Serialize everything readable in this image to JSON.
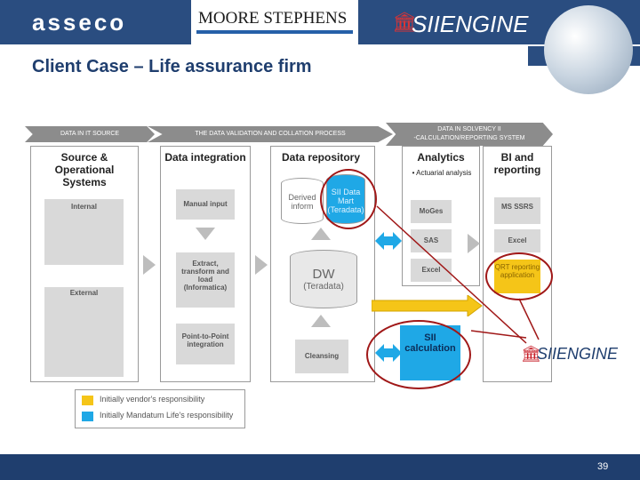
{
  "title": "Client Case – Life assurance firm",
  "logos": {
    "left": "asseco",
    "middle": "MOORE STEPHENS",
    "right": "SIIENGINE",
    "diagram": "SIIENGINE"
  },
  "banners": {
    "source": "DATA IN IT SOURCE",
    "validation": "THE DATA VALIDATION AND COLLATION PROCESS",
    "solvency_l1": "DATA IN SOLVENCY II",
    "solvency_l2": "-CALCULATION/REPORTING SYSTEM"
  },
  "columns": {
    "source": {
      "title": "Source & Operational Systems",
      "internal": "Internal",
      "external": "External"
    },
    "integration": {
      "title": "Data integration",
      "manual": "Manual input",
      "etl": "Extract, transform and load (Informatica)",
      "p2p": "Point-to-Point integration"
    },
    "repository": {
      "title": "Data repository",
      "derived": "Derived inform",
      "sii_mart": "SII Data Mart (Teradata)",
      "dw": "DW",
      "dw_sub": "(Teradata)",
      "cleansing": "Cleansing"
    },
    "analytics": {
      "title": "Analytics",
      "actuarial": "• Actuarial analysis",
      "mogea": "MoGes",
      "sas": "SAS",
      "excel": "Excel"
    },
    "bi": {
      "title": "BI and reporting",
      "ms": "MS SSRS",
      "excel": "Excel",
      "qrt": "QRT reporting application"
    },
    "sii_calc": "SII calculation"
  },
  "legend": {
    "yellow": {
      "label": "Initially vendor's responsibility",
      "color": "#f5c518"
    },
    "blue": {
      "label": "Initially Mandatum Life's responsibility",
      "color": "#1fa8e6"
    }
  },
  "page_number": "39"
}
